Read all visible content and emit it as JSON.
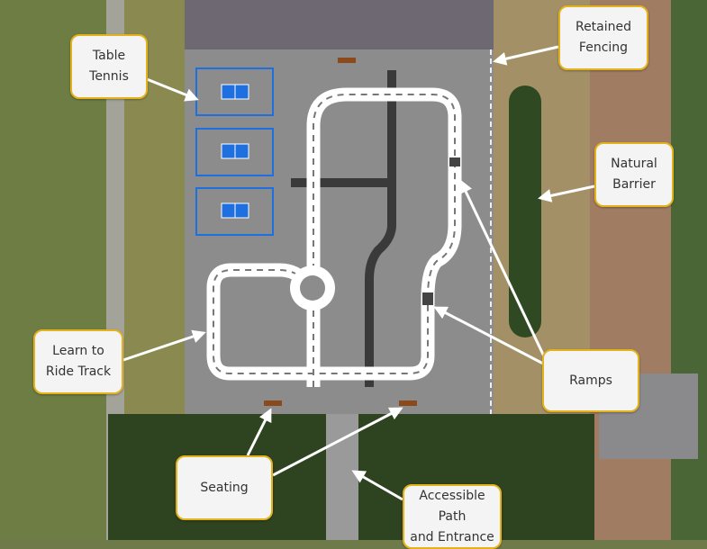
{
  "labels": {
    "table_tennis": "Table\nTennis",
    "retained_fencing": "Retained\nFencing",
    "natural_barrier": "Natural\nBarrier",
    "learn_to_ride": "Learn to\nRide Track",
    "ramps": "Ramps",
    "seating": "Seating",
    "accessible_path": "Accessible Path\nand Entrance"
  },
  "colors": {
    "label_border": "#e3b21c",
    "court": "#8c8c8c",
    "table_blue": "#1e6fe0",
    "seating_brown": "#8a4a1c"
  }
}
